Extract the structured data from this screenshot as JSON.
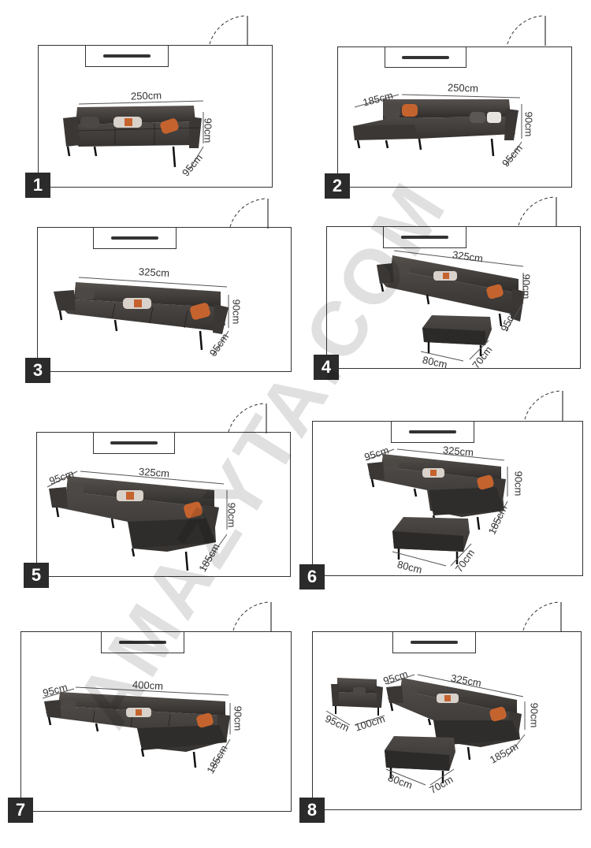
{
  "watermark": "AMAZYTA.COM",
  "panels": [
    {
      "number": "1",
      "dims": [
        "250cm",
        "90cm",
        "95cm"
      ]
    },
    {
      "number": "2",
      "dims": [
        "185cm",
        "250cm",
        "90cm",
        "95cm"
      ]
    },
    {
      "number": "3",
      "dims": [
        "325cm",
        "90cm",
        "95cm"
      ]
    },
    {
      "number": "4",
      "dims": [
        "325cm",
        "90cm",
        "95cm",
        "80cm",
        "70cm"
      ]
    },
    {
      "number": "5",
      "dims": [
        "95cm",
        "325cm",
        "90cm",
        "185cm"
      ]
    },
    {
      "number": "6",
      "dims": [
        "95cm",
        "325cm",
        "90cm",
        "185cm",
        "80cm",
        "70cm"
      ]
    },
    {
      "number": "7",
      "dims": [
        "95cm",
        "400cm",
        "90cm",
        "185cm"
      ]
    },
    {
      "number": "8",
      "dims": [
        "95cm",
        "325cm",
        "90cm",
        "185cm",
        "95cm",
        "100cm",
        "80cm",
        "70cm"
      ]
    }
  ],
  "colors": {
    "leather": "#3f3d3b",
    "accent": "#c5632e",
    "frame": "#333333"
  }
}
